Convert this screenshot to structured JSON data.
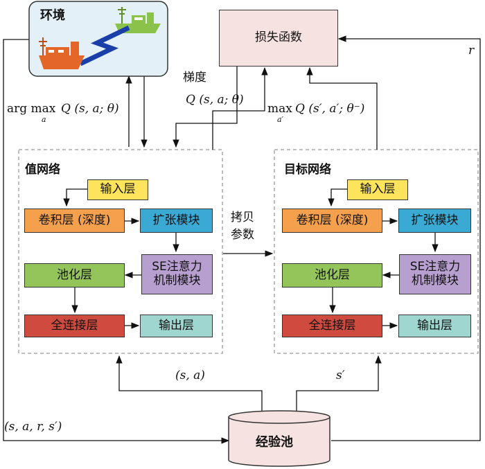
{
  "environment": {
    "label": "环境"
  },
  "loss": {
    "label": "损失函数"
  },
  "replay": {
    "label": "经验池"
  },
  "value_net": {
    "title": "值网络",
    "input": "输入层",
    "conv": "卷积层 (深度)",
    "dilate": "扩张模块",
    "se": "SE注意力\n机制模块",
    "pool": "池化层",
    "fc": "全连接层",
    "output": "输出层"
  },
  "target_net": {
    "title": "目标网络",
    "input": "输入层",
    "conv": "卷积层 (深度)",
    "dilate": "扩张模块",
    "se": "SE注意力\n机制模块",
    "pool": "池化层",
    "fc": "全连接层",
    "output": "输出层"
  },
  "labels": {
    "gradient": "梯度",
    "copy_params": "拷贝\n参数",
    "reward": "r",
    "argmax": "arg max",
    "argmax_sub": "a",
    "q_expr": "Q (s, a; θ)",
    "max": "max",
    "max_sub": "a′",
    "q_target_expr": "Q (s′, a′; θ⁻)",
    "s_a": "(s, a)",
    "s_prime": "s′",
    "transition": "(s, a, r, s′)"
  },
  "colors": {
    "env_fill": "#e3f0f8",
    "loss_fill": "#f6e3e1",
    "replay_fill": "#f6e3e1",
    "input_fill": "#fde45c",
    "conv_fill": "#f5a04d",
    "dilate_fill": "#3aa9d4",
    "se_fill": "#b79fcf",
    "pool_fill": "#94c55a",
    "fc_fill": "#cf4b3f",
    "output_fill": "#9fd6d0",
    "ship_orange": "#e4672a",
    "ship_green": "#8bc34a",
    "wave": "#1a3fa8"
  }
}
